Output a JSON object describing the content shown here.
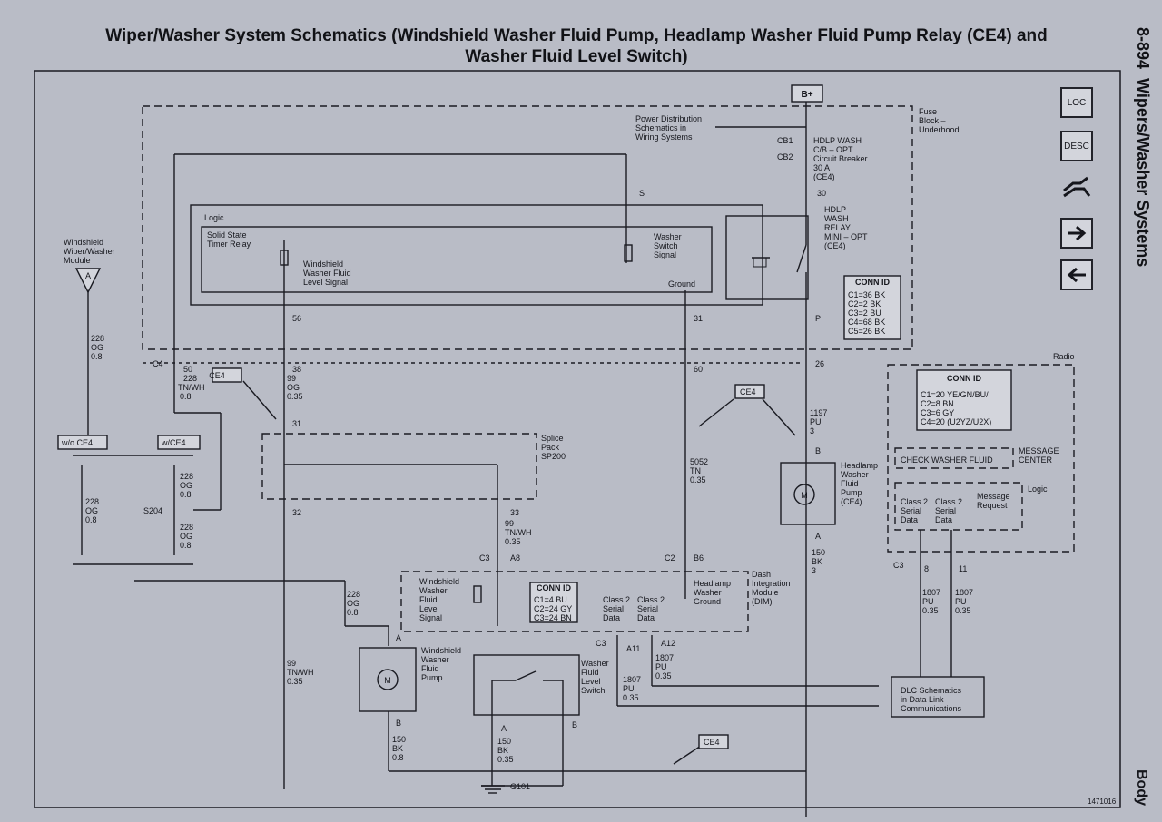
{
  "title": {
    "line1": "Wiper/Washer System Schematics (Windshield Washer Fluid Pump, Headlamp Washer Fluid Pump Relay (CE4) and",
    "line2": "Washer Fluid Level Switch)"
  },
  "side": {
    "page_no": "8-894",
    "section": "Wipers/Washer Systems",
    "footer": "Body"
  },
  "nav": {
    "loc": "LOC",
    "desc": "DESC",
    "next_icon": "right-arrow-icon",
    "prev_icon": "left-arrow-icon",
    "path_icon": "wiring-path-icon"
  },
  "figure_no": "1471016",
  "labels": {
    "bplus": "B+",
    "fuse_block": [
      "Fuse",
      "Block –",
      "Underhood"
    ],
    "power_dist": [
      "Power Distribution",
      "Schematics in",
      "Wiring Systems"
    ],
    "cb1": "CB1",
    "cb2": "CB2",
    "cb_desc": [
      "HDLP WASH",
      "C/B – OPT",
      "Circuit Breaker",
      "30 A",
      "(CE4)"
    ],
    "relay_desc": [
      "HDLP",
      "WASH",
      "RELAY",
      "MINI – OPT",
      "(CE4)"
    ],
    "logic": "Logic",
    "timer": [
      "Solid State",
      "Timer Relay"
    ],
    "level_signal": [
      "Windshield",
      "Washer Fluid",
      "Level Signal"
    ],
    "washer_switch": [
      "Washer",
      "Switch",
      "Signal"
    ],
    "ground": "Ground",
    "conn_fuse_title": "CONN ID",
    "conn_fuse": [
      "C1=36 BK",
      "C2=2 BK",
      "C3=2 BU",
      "C4=68 BK",
      "C5=26 BK"
    ],
    "wiper_module": [
      "Windshield",
      "Wiper/Washer",
      "Module"
    ],
    "pin_a": "A",
    "pin_b": "B",
    "pins": {
      "s": "S",
      "p30": "30",
      "p56": "56",
      "p31": "31",
      "pp": "P",
      "p38": "38",
      "p60": "60",
      "p26": "26",
      "p50": "50",
      "p31b": "31",
      "p33": "33",
      "p32": "32",
      "a8": "A8",
      "b6": "B6",
      "a11": "A11",
      "a12": "A12",
      "p8": "8",
      "p11": "11"
    },
    "c4": "C4",
    "c3": "C3",
    "c2": "C2",
    "w228og": [
      "228",
      "OG",
      "0.8"
    ],
    "w228tnwh": [
      "228",
      "TN/WH",
      "0.8"
    ],
    "w99og": [
      "99",
      "OG",
      "0.35"
    ],
    "w99tnwh": [
      "99",
      "TN/WH",
      "0.35"
    ],
    "w5052": [
      "5052",
      "TN",
      "0.35"
    ],
    "w1197": [
      "1197",
      "PU",
      "3"
    ],
    "w150bk3": [
      "150",
      "BK",
      "3"
    ],
    "w150bk08": [
      "150",
      "BK",
      "0.8"
    ],
    "w150bk035": [
      "150",
      "BK",
      "0.35"
    ],
    "w1807": [
      "1807",
      "PU",
      "0.35"
    ],
    "ce4": "CE4",
    "wo_ce4": "w/o CE4",
    "w_ce4": "w/CE4",
    "s204": "S204",
    "splice": [
      "Splice",
      "Pack",
      "SP200"
    ],
    "hl_pump": [
      "Headlamp",
      "Washer",
      "Fluid",
      "Pump",
      "(CE4)"
    ],
    "radio": "Radio",
    "conn_radio_title": "CONN ID",
    "conn_radio": [
      "C1=20 YE/GN/BU/",
      "C2=8 BN",
      "C3=6 GY",
      "C4=20 (U2YZ/U2X)"
    ],
    "check_washer": "CHECK WASHER FLUID",
    "msg_center": [
      "MESSAGE",
      "CENTER"
    ],
    "class2": [
      "Class 2",
      "Serial",
      "Data"
    ],
    "msg_request": [
      "Message",
      "Request"
    ],
    "dim": [
      "Dash",
      "Integration",
      "Module",
      "(DIM)"
    ],
    "hl_ground": [
      "Headlamp",
      "Washer",
      "Ground"
    ],
    "conn_dim_title": "CONN ID",
    "conn_dim": [
      "C1=4 BU",
      "C2=24 GY",
      "C3=24 BN"
    ],
    "ws_level": [
      "Windshield",
      "Washer",
      "Fluid",
      "Level",
      "Signal"
    ],
    "ws_pump": [
      "Windshield",
      "Washer",
      "Fluid",
      "Pump"
    ],
    "level_switch": [
      "Washer",
      "Fluid",
      "Level",
      "Switch"
    ],
    "dlc": [
      "DLC Schematics",
      "in Data Link",
      "Communications"
    ],
    "g101": "G101",
    "motor": "M"
  }
}
